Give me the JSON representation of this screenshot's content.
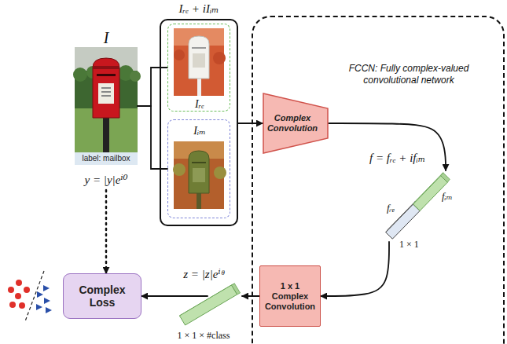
{
  "diagram": {
    "nodes": [
      {
        "text": [
          "I",
          "label: mailbox",
          "y = |y|eⁱ⁰"
        ]
      },
      {
        "text": [
          "Iᵣₑ + iIᵢₘ"
        ]
      },
      {
        "text": [
          "Iᵣₑ"
        ],
        "in": 1
      },
      {
        "text": [
          "Iᵢₘ"
        ],
        "in": 1
      },
      {
        "text": [
          "FCCN: Fully complex-valued convolutional network"
        ]
      },
      {
        "text": [
          "Complex Convolution"
        ],
        "in": 4
      },
      {
        "text": [
          "f = fᵣₑ + ifᵢₘ",
          "fᵣₑ",
          "fᵢₘ",
          "1 × 1"
        ],
        "in": 4
      },
      {
        "text": [
          "1 x 1 Complex Convolution"
        ],
        "in": 4
      },
      {
        "text": [
          "z = |z|eⁱᶿ",
          "1 × 1 × #class"
        ]
      },
      {
        "text": [
          "Complex Loss"
        ]
      }
    ],
    "edges": [
      {
        "from": 0,
        "to": 2,
        "arrow": "none"
      },
      {
        "from": 0,
        "to": 3,
        "arrow": "none"
      },
      {
        "from": 1,
        "to": 5,
        "arrow": "to"
      },
      {
        "from": 5,
        "to": 6,
        "arrow": "to"
      },
      {
        "from": 6,
        "to": 7,
        "arrow": "to"
      },
      {
        "from": 7,
        "to": 8,
        "arrow": "to"
      },
      {
        "from": 8,
        "to": 9,
        "arrow": "to"
      },
      {
        "from": 0,
        "to": 9,
        "arrow": "to"
      }
    ]
  }
}
